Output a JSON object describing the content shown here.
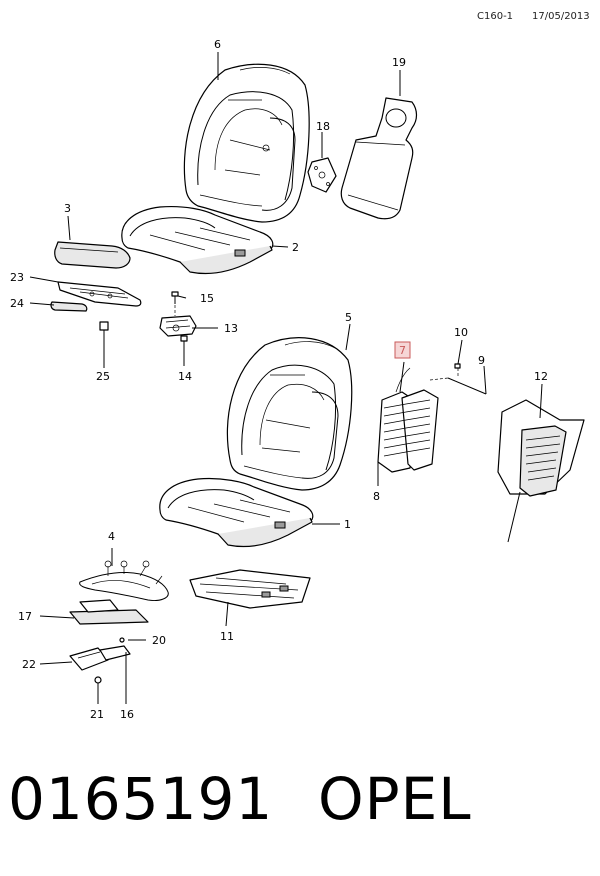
{
  "header": {
    "code": "C160-1",
    "date": "17/05/2013"
  },
  "callouts": {
    "c1": "1",
    "c2": "2",
    "c3": "3",
    "c4": "4",
    "c5": "5",
    "c6": "6",
    "c7": "7",
    "c8": "8",
    "c9": "9",
    "c10": "10",
    "c11": "11",
    "c12": "12",
    "c13": "13",
    "c14": "14",
    "c15": "15",
    "c16": "16",
    "c17": "17",
    "c18": "18",
    "c19": "19",
    "c20": "20",
    "c21": "21",
    "c22": "22",
    "c23": "23",
    "c24": "24",
    "c25": "25"
  },
  "footer": {
    "part_number": "0165191",
    "brand": "OPEL"
  },
  "colors": {
    "highlight_fill": "#f6d6d6",
    "highlight_stroke": "#c85a5a",
    "line": "#000000"
  }
}
